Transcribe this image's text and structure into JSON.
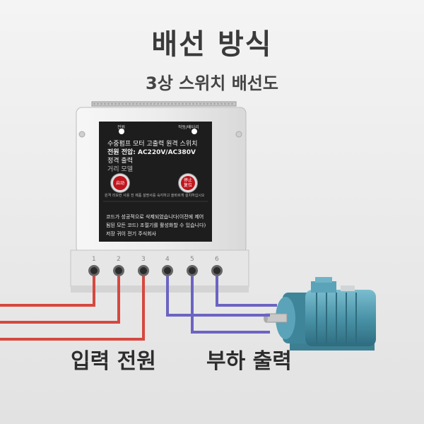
{
  "header": {
    "title": "배선 방식",
    "subtitle": "3상 스위치 배선도"
  },
  "panel": {
    "indicator_left": "전원",
    "indicator_right": "작동/배터리",
    "line1": "수중펌프 모터 고출력 원격 스위치",
    "line2": "전원 전압: AC220V/AC380V",
    "line3": "정격 출력",
    "line4": "거리 모델",
    "start_button": "启动",
    "stop_button": "停止\n复位",
    "note_small": "원격 리모컨 사용 전 제품 설명서를 숙지하고 올바르게 설치하십시오",
    "line5": "코드가 성공적으로 삭제되었습니다(이전에 제어",
    "line6": "됨된 모든 코드) 조절기를 활성화할 수 있습니다)",
    "line7": "저장 귀이 전기 주식회사"
  },
  "terminals": [
    "1",
    "2",
    "3",
    "4",
    "5",
    "6"
  ],
  "labels": {
    "input": "입력 전원",
    "output": "부하 출력"
  },
  "colors": {
    "red_wire": "#d6483f",
    "blue_wire": "#6b64c2",
    "motor": "#4a93a8",
    "panel": "#1d1d1d",
    "button": "#c0151d"
  }
}
